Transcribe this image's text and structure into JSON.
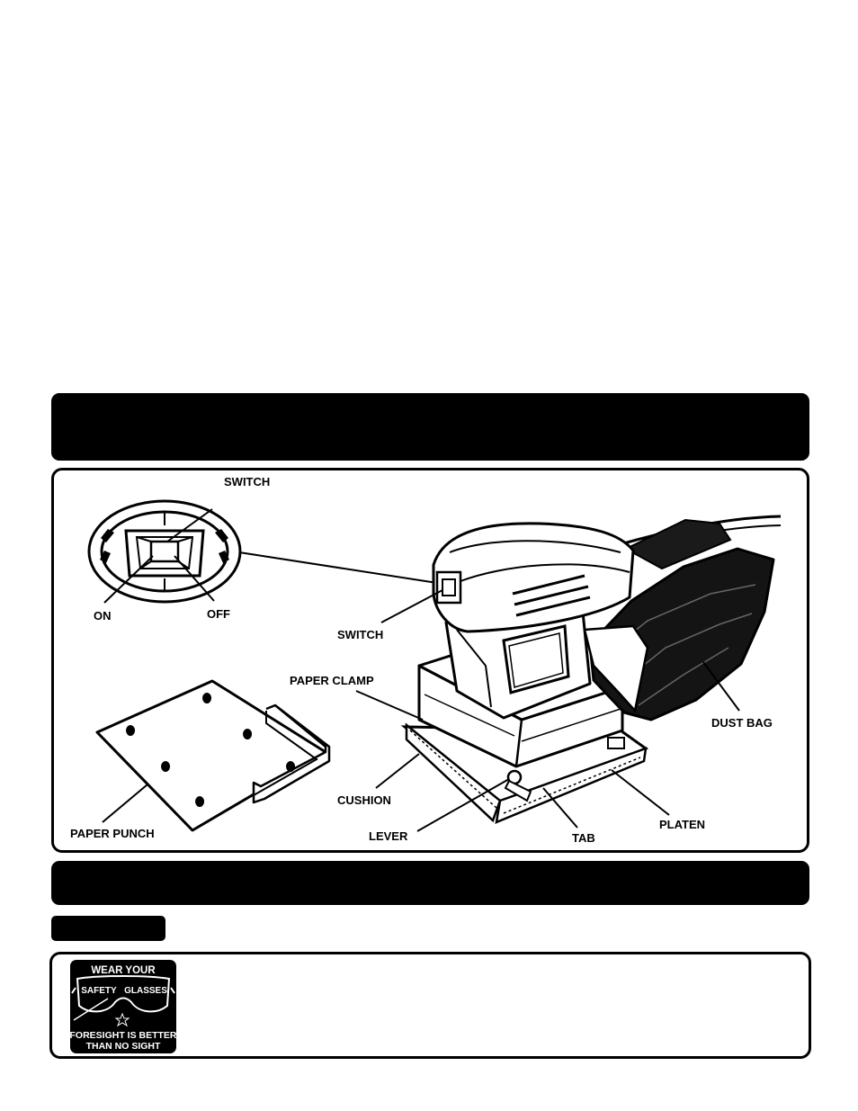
{
  "diagram": {
    "labels": {
      "switch_top": "SWITCH",
      "on": "ON",
      "off": "OFF",
      "switch": "SWITCH",
      "paper_clamp": "PAPER CLAMP",
      "dust_bag": "DUST BAG",
      "cushion": "CUSHION",
      "paper_punch": "PAPER PUNCH",
      "lever": "LEVER",
      "tab": "TAB",
      "platen": "PLATEN"
    }
  },
  "safety_logo": {
    "line1": "WEAR YOUR",
    "word_left": "SAFETY",
    "word_right": "GLASSES",
    "line3": "FORESIGHT IS BETTER",
    "line4": "THAN NO SIGHT"
  },
  "colors": {
    "ink": "#000000",
    "paper": "#ffffff"
  }
}
